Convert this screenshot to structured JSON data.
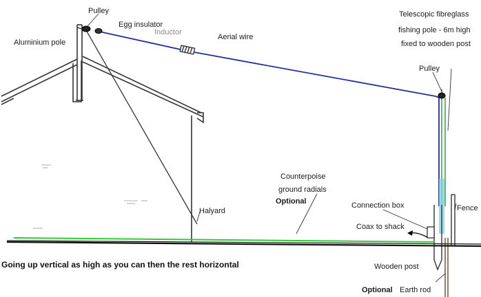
{
  "labels": {
    "pulley_left": "Pulley",
    "egg_insulator": "Egg insulator",
    "inductor": "Inductor",
    "aluminium_pole": "Aluminium pole",
    "aerial_wire": "Aerial wire",
    "telescopic_line1": "Telescopic fibreglass",
    "telescopic_line2": "fishing pole - 6m high",
    "telescopic_line3": "fixed to wooden post",
    "pulley_right": "Pulley",
    "counterpoise_line1": "Counterpoise",
    "counterpoise_line2": "ground radials",
    "optional_radials": "Optional",
    "halyard": "Halyard",
    "connection_box": "Connection box",
    "fence": "Fence",
    "coax_to_shack": "Coax to shack",
    "wooden_post": "Wooden post",
    "optional_earth": "Optional",
    "earth_rod": "Earth rod",
    "caption": "Going up vertical as high as you can then the rest horizontal"
  },
  "colors": {
    "aerial_wire": "#1f2f9a",
    "radials": "#2ecc2e",
    "building": "#333333",
    "ground": "#111111",
    "fibreglass_pole": "#3aa84a",
    "earth_rod": "#8a5a3a",
    "wooden_post": "#555555"
  },
  "icons": {
    "pulley_left": "pulley-icon",
    "pulley_right": "pulley-icon",
    "egg_insulator": "egg-insulator-icon",
    "inductor": "inductor-coil-icon",
    "connection_box": "box-icon"
  }
}
